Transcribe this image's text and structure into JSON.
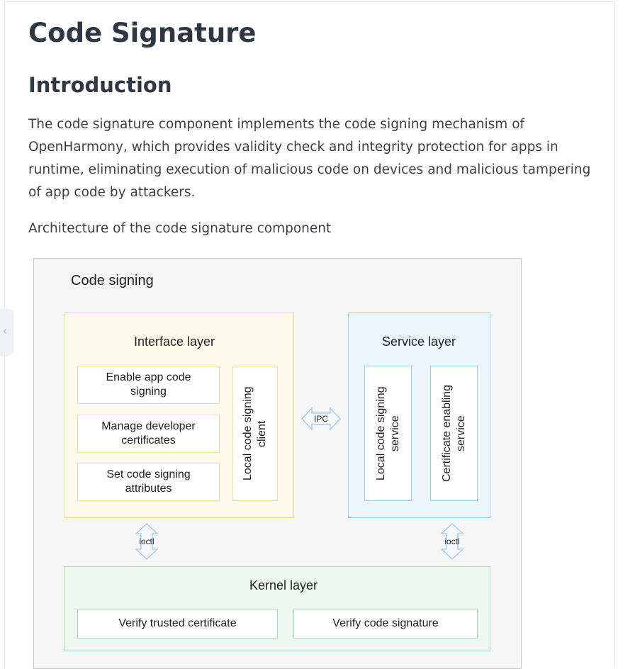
{
  "page": {
    "title": "Code Signature",
    "section_heading": "Introduction",
    "intro_paragraph": "The code signature component implements the code signing mechanism of OpenHarmony, which provides validity check and integrity protection for apps in runtime, eliminating execution of malicious code on devices and malicious tampering of app code by attackers.",
    "architecture_caption": "Architecture of the code signature component"
  },
  "sidebar_toggle": {
    "icon": "chevron-left-icon",
    "glyph": "‹"
  },
  "diagram": {
    "title": "Code signing",
    "interface_layer": {
      "label": "Interface layer",
      "items": [
        "Enable app code signing",
        "Manage developer certificates",
        "Set code signing attributes"
      ],
      "client": "Local code signing client"
    },
    "ipc_label": "IPC",
    "service_layer": {
      "label": "Service layer",
      "items": [
        "Local code signing service",
        "Certificate enabling service"
      ]
    },
    "ioctl_left": "ioctl",
    "ioctl_right": "ioctl",
    "kernel_layer": {
      "label": "Kernel layer",
      "items": [
        "Verify trusted certificate",
        "Verify code signature"
      ]
    },
    "colors": {
      "interface_fill": "#fffaeb",
      "interface_border": "#f2dd9c",
      "service_fill": "#eef6fd",
      "service_border": "#a7cdee",
      "kernel_fill": "#eef8f2",
      "kernel_border": "#a6dcbd",
      "arrow_fill": "#f4f8fd",
      "arrow_stroke": "#a7cdee"
    }
  }
}
